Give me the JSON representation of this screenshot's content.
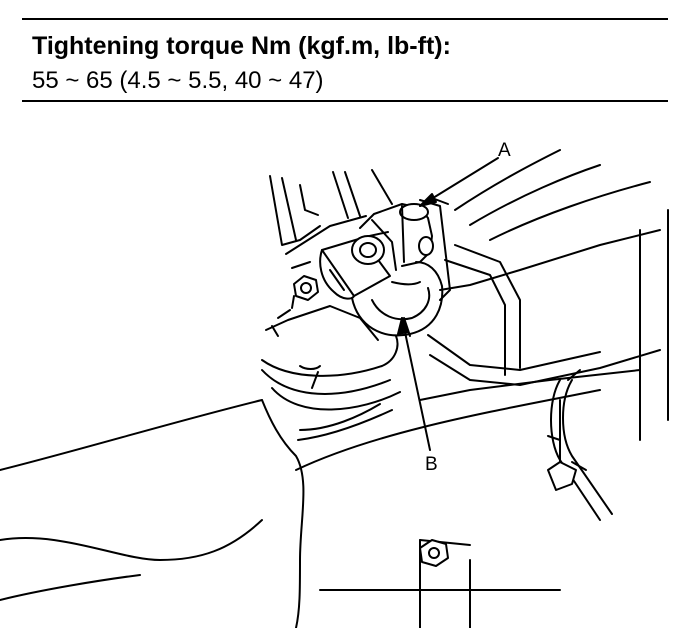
{
  "spec": {
    "title": "Tightening torque Nm (kgf.m, lb-ft):",
    "value": "55 ~ 65 (4.5 ~ 5.5, 40 ~ 47)"
  },
  "callouts": {
    "a": "A",
    "b": "B"
  }
}
